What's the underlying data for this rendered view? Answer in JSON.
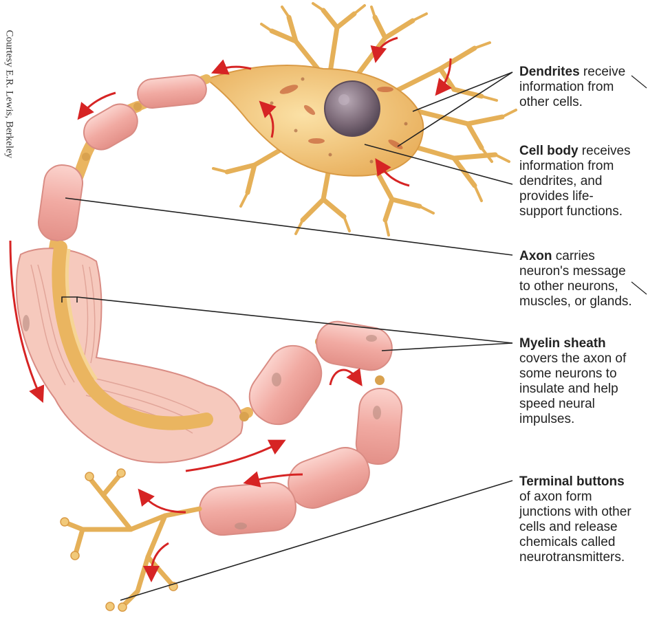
{
  "credit": "Courtesy E.R. Lewis, Berkeley",
  "labels": {
    "dendrites": {
      "title": "Dendrites",
      "rest1": " receive",
      "rest2": "information from",
      "rest3": "other cells."
    },
    "cell_body": {
      "title": "Cell body",
      "rest1": " receives",
      "rest2": "information from",
      "rest3": "dendrites, and",
      "rest4": "provides life-",
      "rest5": "support functions."
    },
    "axon": {
      "title": "Axon",
      "rest1": " carries",
      "rest2": "neuron's message",
      "rest3": "to other neurons,",
      "rest4": "muscles, or glands."
    },
    "myelin": {
      "title": "Myelin sheath",
      "rest1": "covers the axon of",
      "rest2": "some neurons to",
      "rest3": "insulate and help",
      "rest4": "speed neural",
      "rest5": "impulses."
    },
    "terminal": {
      "title": "Terminal buttons",
      "rest1": "of axon form",
      "rest2": "junctions with other",
      "rest3": "cells and release",
      "rest4": "chemicals called",
      "rest5": "neurotransmitters."
    }
  },
  "colors": {
    "arrow": "#d62424",
    "myelin": "#f3b7b0",
    "axon": "#f2c77e",
    "nucleus": "#7c6a78",
    "leader_line": "#222222"
  }
}
